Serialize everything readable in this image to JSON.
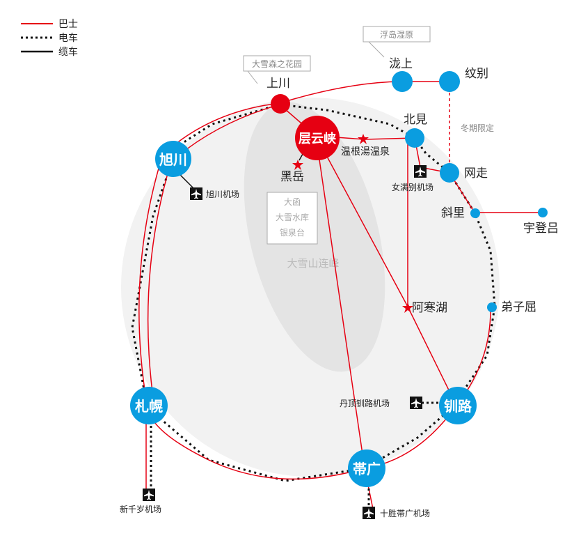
{
  "legend": {
    "bus": "巴士",
    "train": "电车",
    "cable": "缆车"
  },
  "colors": {
    "bus": "#e60012",
    "train": "#111111",
    "station_blue": "#0a9de0",
    "station_red": "#e60012",
    "region_fill": "#ececec"
  },
  "region": {
    "label": "大雪山连峰"
  },
  "callouts": {
    "furen": "浮岛湿原",
    "daisetsu_garden": "大雪森之花园",
    "kurodake": [
      "大函",
      "大雪水库",
      "银泉台"
    ]
  },
  "notes": {
    "winter": "冬期限定"
  },
  "stations": {
    "asahikawa": "旭川",
    "sounkyo": "层云峡",
    "sapporo": "札幌",
    "kushiro": "钏路",
    "obihiro": "帯广",
    "kamikawa": "上川",
    "takinoue": "泷上",
    "monbetsu": "纹别",
    "kitami": "北見",
    "abashiri": "网走",
    "shari": "斜里",
    "utoro": "宇登吕",
    "teshikaga": "弟子屈",
    "kurodake": "黑岳",
    "onneyu": "温根湯温泉",
    "akan": "阿寒湖"
  },
  "airports": {
    "asahikawa": "旭川机场",
    "memanbetsu": "女满别机场",
    "kushiro": "丹顶钏路机场",
    "chitose": "新千岁机场",
    "tokachi": "十胜帯广机场"
  },
  "icons": {
    "airport": "airplane-icon",
    "spot": "star-icon"
  }
}
